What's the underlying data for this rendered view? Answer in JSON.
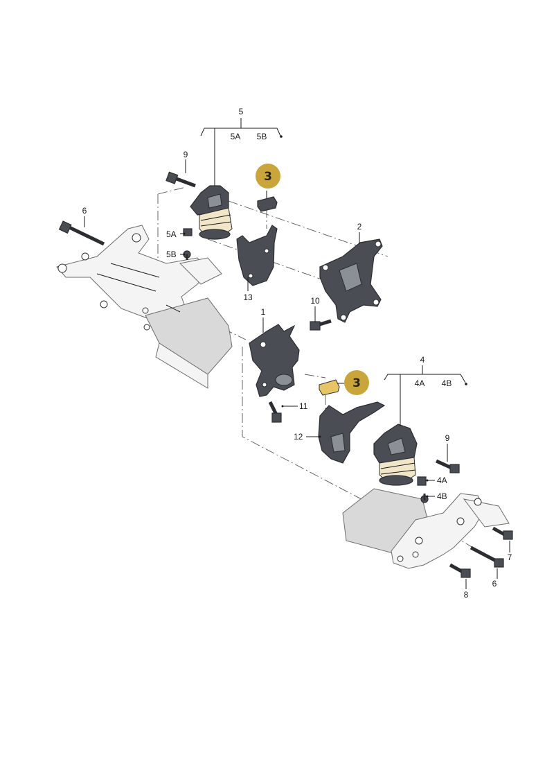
{
  "callouts": {
    "c1": "1",
    "c2": "2",
    "c3a": "3",
    "c3b": "3",
    "c4": "4",
    "c4a_head": "4A",
    "c4b_head": "4B",
    "c4a": "4A",
    "c4b": "4B",
    "c5": "5",
    "c5a_head": "5A",
    "c5b_head": "5B",
    "c5a": "5A",
    "c5b": "5B",
    "c6a": "6",
    "c6b": "6",
    "c7": "7",
    "c8": "8",
    "c9a": "9",
    "c9b": "9",
    "c10": "10",
    "c11": "11",
    "c12": "12",
    "c13": "13"
  },
  "colors": {
    "badge": "#c9a53a",
    "part_dark": "#4a4d53",
    "rubber": "#f2e6c8",
    "frame": "#f4f4f4"
  }
}
